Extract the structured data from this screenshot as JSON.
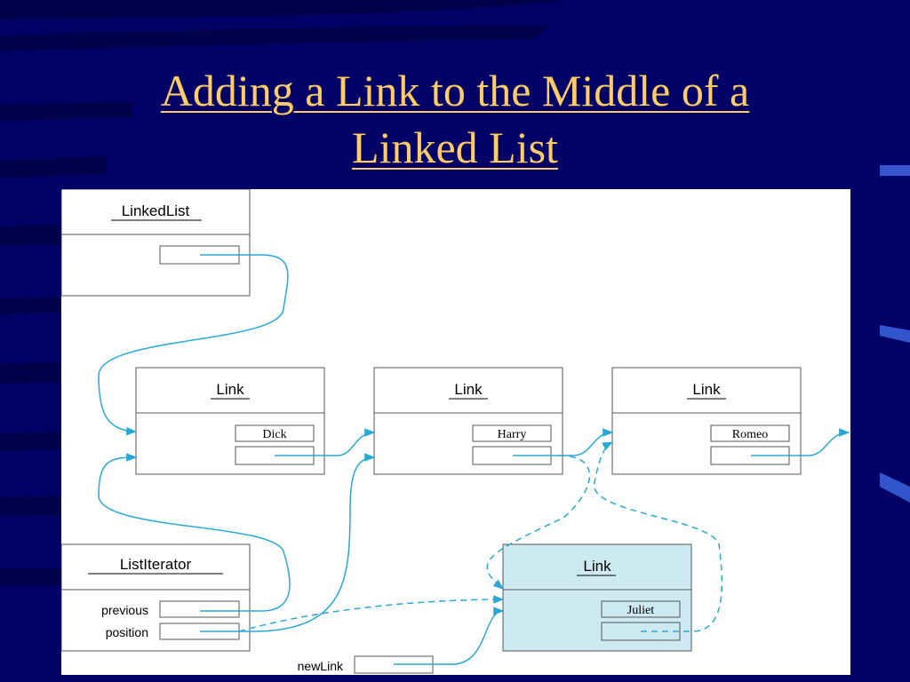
{
  "slide": {
    "title_line1": "Adding a Link to the Middle of a",
    "title_line2": "Linked List"
  },
  "diagram": {
    "linked_list": {
      "header": "LinkedList"
    },
    "links": [
      {
        "header": "Link",
        "value": "Dick"
      },
      {
        "header": "Link",
        "value": "Harry"
      },
      {
        "header": "Link",
        "value": "Romeo"
      }
    ],
    "new_link": {
      "header": "Link",
      "value": "Juliet"
    },
    "list_iterator": {
      "header": "ListIterator",
      "field_previous": "previous",
      "field_position": "position"
    },
    "new_link_label": "newLink"
  },
  "colors": {
    "background": "#000066",
    "title": "#ffcc66",
    "arrow": "#29a8d6",
    "new_link_fill": "#cde9f1"
  }
}
